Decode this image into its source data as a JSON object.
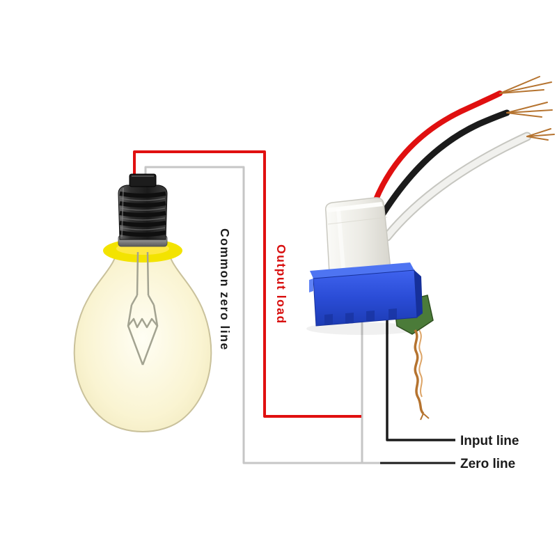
{
  "diagram": {
    "labels": {
      "common_zero_line": "Common zero line",
      "output_load": "Output load",
      "input_line": "Input line",
      "zero_line": "Zero line"
    },
    "colors": {
      "wire_red": "#e01010",
      "wire_gray": "#c6c6c6",
      "wire_black": "#1b1b1b",
      "wire_white": "#f1f1ee",
      "wire_white_edge": "#c6c6c0",
      "copper": "#b5732f",
      "device_blue": "#2b50d8",
      "pcb_green": "#4b7b39",
      "bulb_glow": "#f3e300",
      "label_red": "#d80f0f",
      "label_black": "#1c1c1c"
    }
  }
}
